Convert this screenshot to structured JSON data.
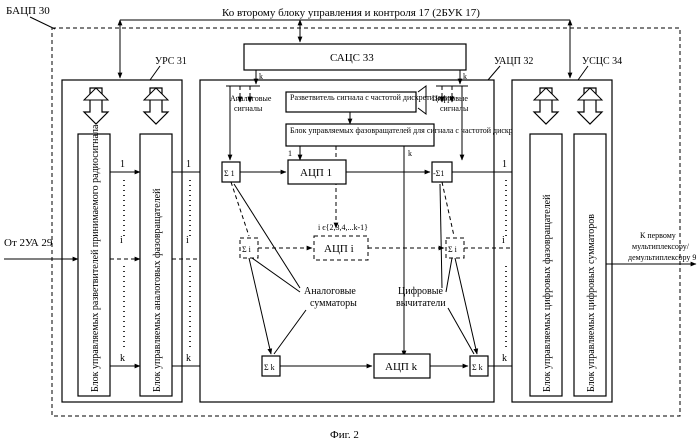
{
  "labels": {
    "bacp": "БАЦП 30",
    "top_bus": "Ко второму блоку управления и контроля 17 (2БУК 17)",
    "urs": "УРС 31",
    "sacs": "САЦС 33",
    "uacp": "УАЦП 32",
    "uscs": "УСЦС 34",
    "input": "От 2УА 29",
    "output_1": "К первому",
    "output_2": "мультиплексору/",
    "output_3": "демультиплексору 9",
    "splitter_block": "Блок управляемых разветвителей принимаемого радиосигнала",
    "analog_shifters": "Блок управляемых  аналоговых фазовращателей",
    "digital_shifters": "Блок управляемых цифровых фазовращателей",
    "digital_summers": "Блок управляемых цифровых сумматоров",
    "sample_splitter": "Разветвитель сигнала с частотой дискретизации",
    "controlled_shifters": "Блок управляемых фазовращателей для сигнала с частотой дискретизации",
    "analog_signals_1": "Аналоговые",
    "analog_signals_2": "сигналы",
    "digital_signals_1": "Цифровые",
    "digital_signals_2": "сигналы",
    "adc_1": "АЦП 1",
    "adc_i": "АЦП i",
    "adc_k": "АЦП k",
    "sum_1": "Σ 1",
    "sum_i": "Σ i",
    "sum_k": "Σ k",
    "dsum_1": "-Σ1",
    "dsum_i": "Σ i",
    "dsum_k": "Σ k",
    "index_set": "i є{2,3,4,...k-1}",
    "analog_summers_1": "Аналоговые",
    "analog_summers_2": "сумматоры",
    "digital_sub_1": "Цифровые",
    "digital_sub_2": "вычитатели",
    "idx_1": "1",
    "idx_i": "i",
    "idx_k": "k",
    "figure": "Фиг. 2"
  }
}
